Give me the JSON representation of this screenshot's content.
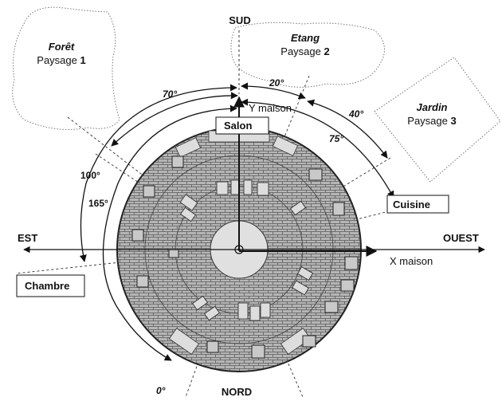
{
  "compass": {
    "sud": "SUD",
    "nord": "NORD",
    "est": "EST",
    "ouest": "OUEST"
  },
  "axes": {
    "y": "Y maison",
    "x": "X maison"
  },
  "landscapes": {
    "foret": {
      "name": "Forêt",
      "prefix": "Paysage ",
      "number": "1"
    },
    "etang": {
      "name": "Etang",
      "prefix": "Paysage ",
      "number": "2"
    },
    "jardin": {
      "name": "Jardin",
      "prefix": "Paysage ",
      "number": "3"
    }
  },
  "rooms": {
    "salon": "Salon",
    "cuisine": "Cuisine",
    "chambre": "Chambre"
  },
  "angles": {
    "a70": "70°",
    "a20": "20°",
    "a40": "40°",
    "a75": "75°",
    "a100": "100°",
    "a165": "165°",
    "a0": "0°"
  },
  "colors": {
    "house_fill": "#b5b5b5",
    "brick_line": "#5a5a5a",
    "court_fill": "#e0e0e0",
    "outline": "#222222"
  }
}
